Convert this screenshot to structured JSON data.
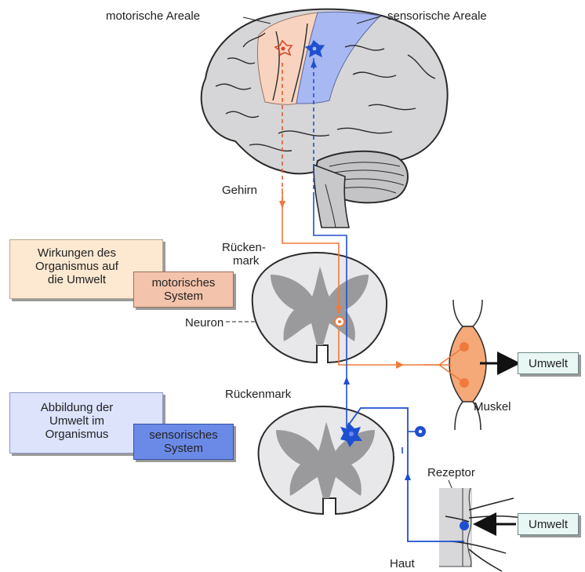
{
  "labels": {
    "motor_areas": "motorische Areale",
    "sensory_areas": "sensorische Areale",
    "brain": "Gehirn",
    "spinal_cord_top": [
      "Rücken-",
      "mark"
    ],
    "neuron": "Neuron",
    "spinal_cord_bottom": "Rückenmark",
    "muscle": "Muskel",
    "receptor": "Rezeptor",
    "skin": "Haut"
  },
  "boxes": {
    "effects": [
      "Wirkungen des",
      "Organismus auf",
      "die Umwelt"
    ],
    "motor_system": [
      "motorisches",
      "System"
    ],
    "representation": [
      "Abbildung der",
      "Umwelt im",
      "Organismus"
    ],
    "sensory_system": [
      "sensorisches",
      "System"
    ],
    "environment_out": "Umwelt",
    "environment_in": "Umwelt"
  },
  "colors": {
    "motor": "#f07a3c",
    "motor_dark": "#d9482a",
    "sensory": "#1f4fd1",
    "motor_area_fill": "#f8d4c0",
    "sensory_area_fill": "#a8b8f2",
    "brain_fill": "#d6d6d8",
    "cord_grey": "#9a9a9c",
    "effects_box": "#fde9d2",
    "motor_box": "#f4c3ab",
    "representation_box": "#dce3fb",
    "sensory_box": "#6b8ae8",
    "umwelt_box": "#e8f6f4"
  }
}
